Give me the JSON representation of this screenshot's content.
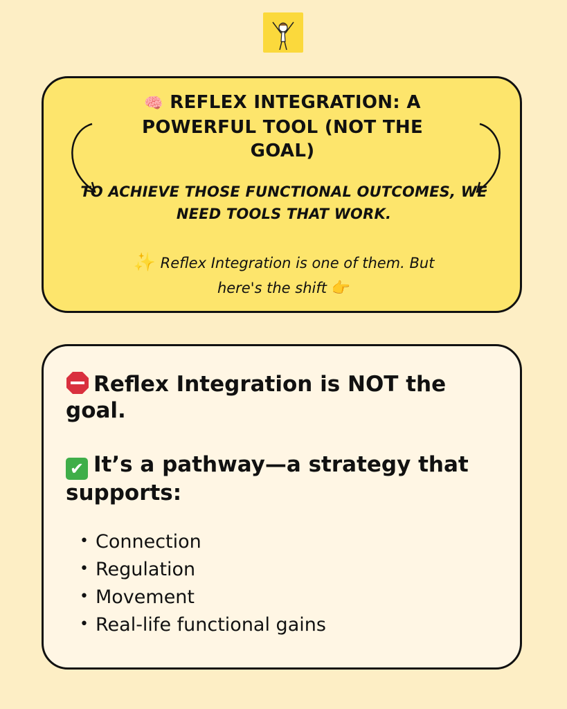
{
  "logo": {
    "icon": "cartoon-girl-icon",
    "background": "#fbd93c"
  },
  "card1": {
    "title_icon": "🧠",
    "title_text": "REFLEX INTEGRATION: A POWERFUL TOOL (NOT THE GOAL)",
    "subtitle": "To achieve those functional outcomes, we need tools that work.",
    "note_icon": "✨",
    "note_text": "Reflex Integration is one of them. But here's the shift",
    "note_end_icon": "👉",
    "background": "#fde56c"
  },
  "card2": {
    "stop_icon": "stop-sign-icon",
    "heading1": "Reflex Integration is NOT the goal.",
    "check_icon": "✔",
    "heading2": "It’s a pathway—a strategy that supports:",
    "list": [
      "Connection",
      "Regulation",
      "Movement",
      "Real-life functional gains"
    ],
    "background": "#fff6e4"
  },
  "page": {
    "background": "#fdeec5"
  }
}
